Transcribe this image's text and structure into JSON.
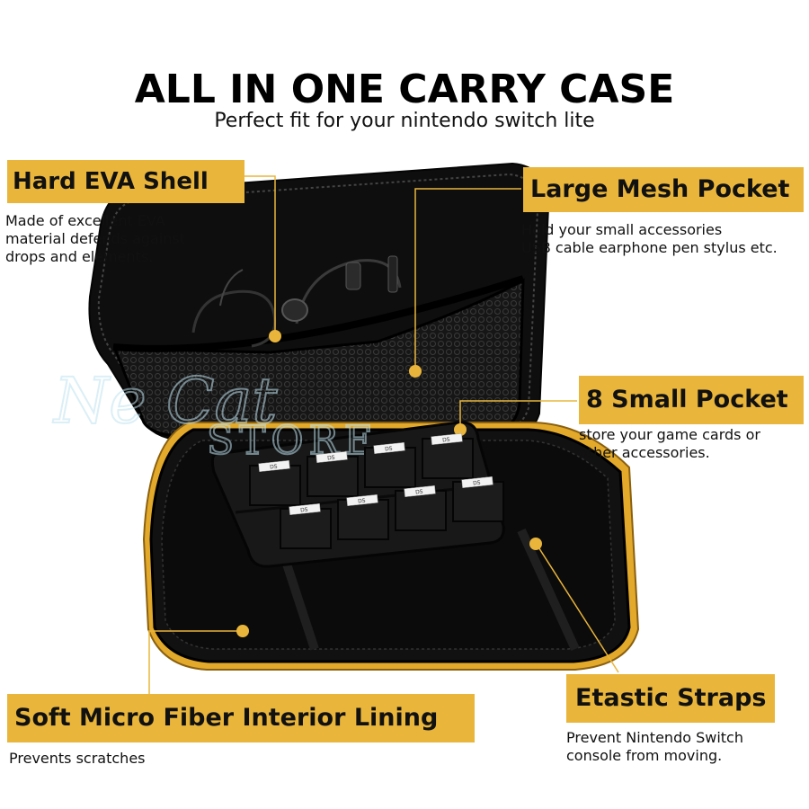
{
  "header": {
    "title": "ALL IN ONE CARRY CASE",
    "subtitle": "Perfect fit for your nintendo switch lite"
  },
  "callouts": {
    "shell": {
      "label": "Hard EVA Shell",
      "lines": [
        "Made of excellent EVA",
        "material defends against",
        "drops and elements."
      ]
    },
    "mesh": {
      "label": "Large Mesh Pocket",
      "lines": [
        "Hold your small accessories",
        "USB cable earphone pen stylus etc."
      ]
    },
    "small_pocket": {
      "label": "8 Small Pocket",
      "lines": [
        "store your game cards or",
        "other accessories."
      ]
    },
    "lining": {
      "label": "Soft Micro Fiber Interior Lining",
      "lines": [
        "Prevents scratches"
      ]
    },
    "straps": {
      "label": "Etastic Straps",
      "lines": [
        "Prevent Nintendo Switch",
        "console from moving."
      ]
    }
  },
  "case": {
    "card_slot_label": "DS",
    "watermark": [
      "Ne Cat",
      "STORE"
    ]
  },
  "colors": {
    "accent": "#e9b53b",
    "case_body": "#141414",
    "yellow_edge": "#e2a92a"
  }
}
